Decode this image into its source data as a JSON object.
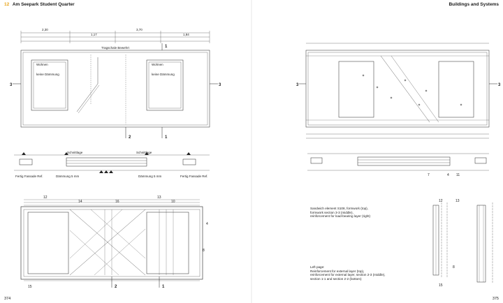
{
  "header": {
    "chapter_number": "12",
    "chapter_title": "Am Seepark Student Quarter",
    "right_title": "Buildings and Systems"
  },
  "folios": {
    "left": "374",
    "right": "375"
  },
  "captions": {
    "right_top": [
      "Sandwich element S108, formwork (top),",
      "formwork section 3-3 (middle),",
      "reinforcement for load-bearing layer (right)"
    ],
    "right_bottom": [
      "Left page:",
      "Reinforcement for external layer (top),",
      "reinforcement for external layer, section 2-3 (middle),",
      "section 1-1 and section 2-2 (bottom)"
    ]
  },
  "drawing_labels": {
    "section_1": "1",
    "section_2": "2",
    "section_3": "3",
    "label_a": "Wohnen",
    "label_b": "keine Dämmung",
    "label_c": "Dämmung 5 mm",
    "label_d": "Schnittlage",
    "label_e": "Fertig Fassade Ref.",
    "label_f": "Tragschale Bewehrt",
    "dim_1": "2,30",
    "dim_2": "3,70",
    "dim_3": "1,17",
    "dim_4": "1,84",
    "pos_12": "12",
    "pos_13": "13",
    "pos_8": "8",
    "pos_15": "15",
    "pos_14": "14",
    "pos_10": "10",
    "pos_16": "16",
    "pos_4": "4",
    "pos_11": "11",
    "pos_7": "7"
  }
}
